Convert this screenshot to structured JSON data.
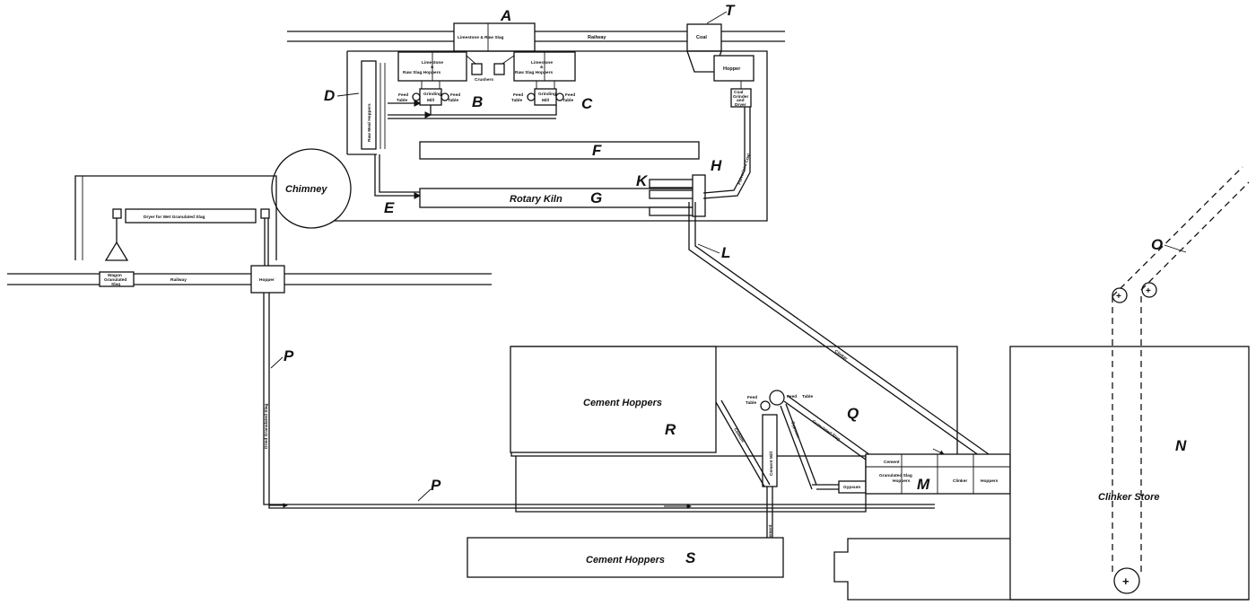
{
  "labels": {
    "A": "A",
    "B": "B",
    "C": "C",
    "D": "D",
    "E": "E",
    "F": "F",
    "G": "G",
    "H": "H",
    "K": "K",
    "L": "L",
    "M": "M",
    "N": "N",
    "O": "O",
    "P": "P",
    "P2": "P",
    "Q": "Q",
    "R": "R",
    "S": "S",
    "T": "T"
  },
  "captions": {
    "limestone_raw_slag_top": "Limestone & Raw Slag",
    "railway": "Railway",
    "coal": "Coal",
    "hopper": "Hopper",
    "limestone_left_1": "Limestone",
    "limestone_left_2": "&",
    "limestone_left_3": "Raw Slag Hoppers",
    "limestone_right_1": "Limestone",
    "limestone_right_2": "&",
    "limestone_right_3": "Raw Slag Hoppers",
    "crushers": "Crushers",
    "feed": "Feed",
    "table": "Table",
    "grinding": "Grinding",
    "mill": "Mill",
    "coal_grinder_1": "Coal",
    "coal_grinder_2": "Grinder",
    "coal_grinder_3": "and",
    "coal_grinder_4": "Dryer",
    "raw_meal_hoppers": "Raw Meal Hoppers",
    "chimney": "Chimney",
    "rotary_kiln": "Rotary Kiln",
    "pulverised_coal": "Pulverised Coal",
    "dryer_wet_slag": "Dryer for Wet Granulated Slag",
    "wagon_1": "Wagon",
    "wagon_2": "Granulated",
    "wagon_3": "Slag",
    "railway_left": "Railway",
    "hopper_left": "Hopper",
    "dried_granulated_slag": "Dried Granulated Slag",
    "clinker": "Clinker",
    "cement_hoppers_r": "Cement Hoppers",
    "cement_mill": "Cement Mill",
    "granulated_slag_conv": "Granulated Slag",
    "cement_conv": "Cement",
    "clinker_conv": "Clinker",
    "cement_small": "Cement",
    "gypsum": "Gypsum",
    "gs_hoppers_1": "Granulated Slag",
    "gs_hoppers_2": "Hoppers",
    "clinker_hoppers_1": "Clinker",
    "clinker_hoppers_2": "Hoppers",
    "clinker_store": "Clinker Store",
    "cement_vertical": "Cement",
    "cement_hoppers_s": "Cement Hoppers",
    "plus": "+"
  }
}
